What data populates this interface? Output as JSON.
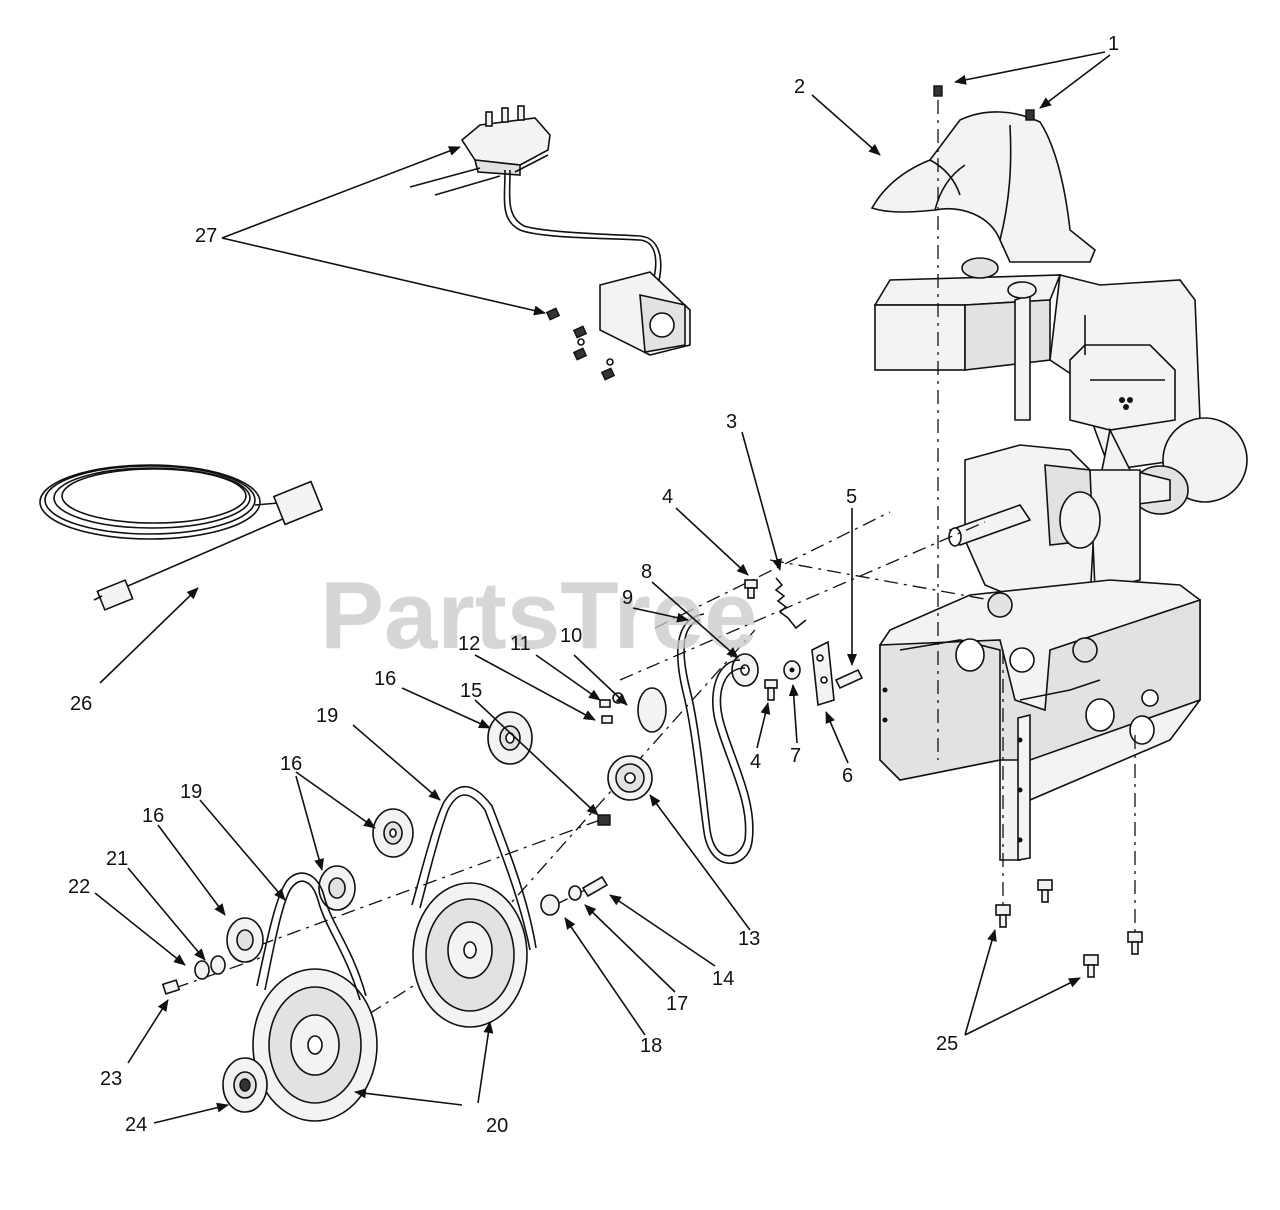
{
  "watermark": "PartsTree",
  "callouts": [
    {
      "id": "1",
      "text": "1"
    },
    {
      "id": "2",
      "text": "2"
    },
    {
      "id": "3",
      "text": "3"
    },
    {
      "id": "4a",
      "text": "4"
    },
    {
      "id": "4b",
      "text": "4"
    },
    {
      "id": "5",
      "text": "5"
    },
    {
      "id": "6",
      "text": "6"
    },
    {
      "id": "7",
      "text": "7"
    },
    {
      "id": "8",
      "text": "8"
    },
    {
      "id": "9",
      "text": "9"
    },
    {
      "id": "10",
      "text": "10"
    },
    {
      "id": "11",
      "text": "11"
    },
    {
      "id": "12",
      "text": "12"
    },
    {
      "id": "13",
      "text": "13"
    },
    {
      "id": "14",
      "text": "14"
    },
    {
      "id": "15",
      "text": "15"
    },
    {
      "id": "16a",
      "text": "16"
    },
    {
      "id": "16b",
      "text": "16"
    },
    {
      "id": "16c",
      "text": "16"
    },
    {
      "id": "17",
      "text": "17"
    },
    {
      "id": "18",
      "text": "18"
    },
    {
      "id": "19a",
      "text": "19"
    },
    {
      "id": "19b",
      "text": "19"
    },
    {
      "id": "20",
      "text": "20"
    },
    {
      "id": "21",
      "text": "21"
    },
    {
      "id": "22",
      "text": "22"
    },
    {
      "id": "23",
      "text": "23"
    },
    {
      "id": "24",
      "text": "24"
    },
    {
      "id": "25",
      "text": "25"
    },
    {
      "id": "26",
      "text": "26"
    },
    {
      "id": "27",
      "text": "27"
    }
  ]
}
